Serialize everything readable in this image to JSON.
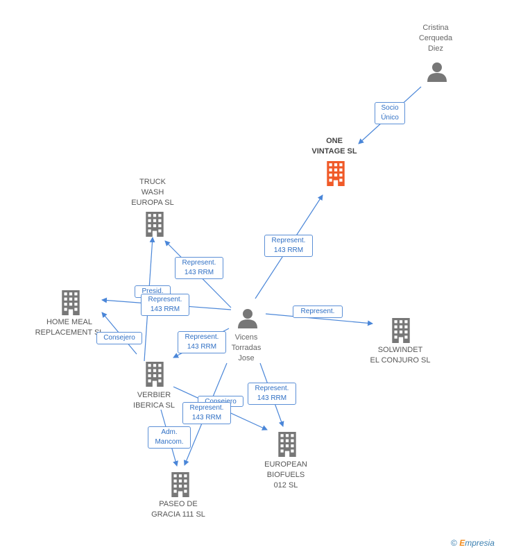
{
  "nodes": {
    "cristina": {
      "label": "Cristina\nCerqueda\nDiez",
      "type": "person"
    },
    "one_vintage": {
      "label": "ONE\nVINTAGE SL",
      "type": "company-main"
    },
    "truck_wash": {
      "label": "TRUCK\nWASH\nEUROPA SL",
      "type": "company"
    },
    "home_meal": {
      "label": "HOME MEAL\nREPLACEMENT SL",
      "type": "company"
    },
    "vicens": {
      "label": "Vicens\nTorradas\nJose",
      "type": "person"
    },
    "solwindet": {
      "label": "SOLWINDET\nEL CONJURO SL",
      "type": "company"
    },
    "verbier": {
      "label": "VERBIER\nIBERICA SL",
      "type": "company"
    },
    "european": {
      "label": "EUROPEAN\nBIOFUELS\n012 SL",
      "type": "company"
    },
    "paseo": {
      "label": "PASEO DE\nGRACIA 111 SL",
      "type": "company"
    }
  },
  "edges": {
    "socio": {
      "label": "Socio\nÚnico"
    },
    "rep_one": {
      "label": "Represent.\n143 RRM"
    },
    "rep_truck": {
      "label": "Represent.\n143 RRM"
    },
    "presid": {
      "label": "Presid."
    },
    "rep_home": {
      "label": "Represent.\n143 RRM"
    },
    "rep_solw": {
      "label": "Represent."
    },
    "consejero_home": {
      "label": "Consejero"
    },
    "rep_verbier": {
      "label": "Represent.\n143 RRM"
    },
    "rep_euro": {
      "label": "Represent.\n143 RRM"
    },
    "consejero_euro": {
      "label": "Consejero"
    },
    "rep_paseo": {
      "label": "Represent.\n143 RRM"
    },
    "adm": {
      "label": "Adm.\nMancom."
    }
  },
  "colors": {
    "edge": "#4a86d8",
    "company": "#777777",
    "main_company": "#f05a28",
    "person": "#777777"
  },
  "icons": {
    "person": "person-icon",
    "company": "building-icon"
  },
  "copyright": {
    "symbol": "©",
    "brand_initial": "E",
    "brand_rest": "mpresia"
  }
}
